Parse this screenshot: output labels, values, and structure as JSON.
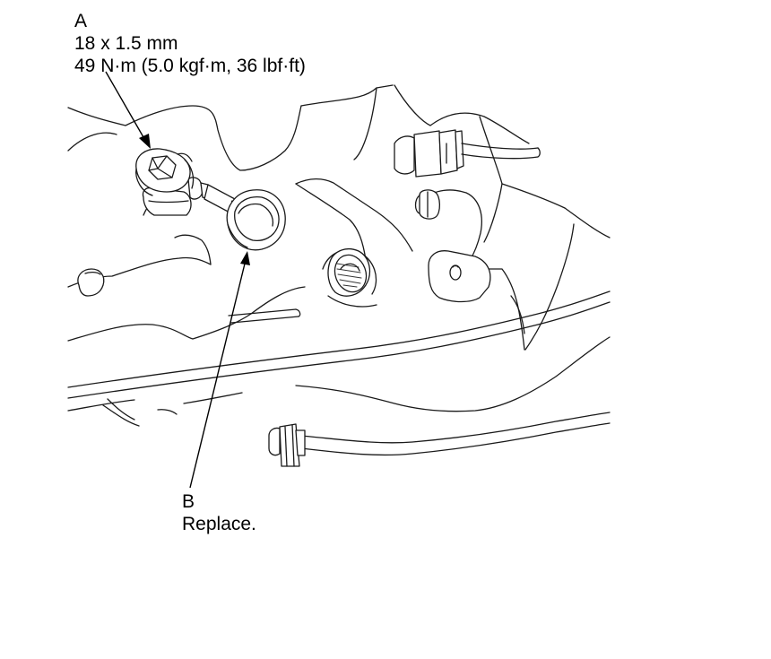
{
  "callouts": {
    "a": {
      "letter": "A",
      "size": "18 x 1.5 mm",
      "torque": "49 N·m (5.0 kgf·m, 36 lbf·ft)"
    },
    "b": {
      "letter": "B",
      "note": "Replace."
    }
  },
  "parts": {
    "a": "banjo-bolt",
    "b": "sealing-washer"
  },
  "colors": {
    "line": "#1a1a1a",
    "background": "#ffffff"
  }
}
